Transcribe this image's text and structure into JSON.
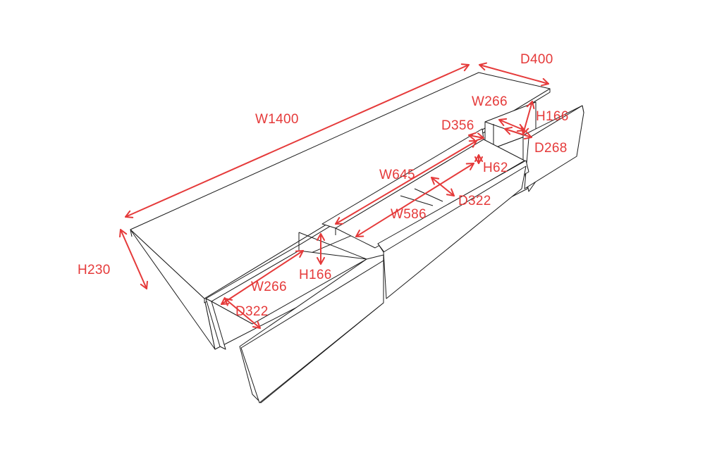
{
  "colors": {
    "dimension": "#e53a3a",
    "outline": "#1a1a1a",
    "surface": "#ffffff"
  },
  "dimensions": {
    "overall_width": "W1400",
    "overall_depth": "D400",
    "overall_height": "H230",
    "right_drawer_width": "W266",
    "right_drawer_height": "H166",
    "right_drawer_depth": "D268",
    "center_inner_depth": "D356",
    "center_width": "W645",
    "center_height": "H62",
    "center_drawer_width": "W586",
    "center_drawer_depth": "D322",
    "left_drawer_width": "W266",
    "left_drawer_height": "H166",
    "left_drawer_depth": "D322"
  }
}
